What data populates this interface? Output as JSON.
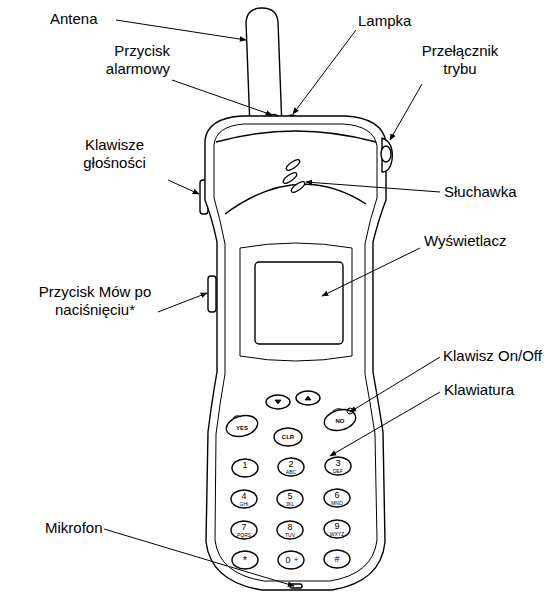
{
  "diagram": {
    "labels": [
      "Antena",
      "Przycisk alarmowy",
      "Lampka",
      "Przełącznik trybu",
      "Klawisze głośności",
      "Słuchawka",
      "Wyświetlacz",
      "Przycisk Mów po naciśnięciu*",
      "Klawisz On/Off",
      "Klawiatura",
      "Mikrofon",
      "YES",
      "CLR",
      "NO",
      "1",
      "2",
      "ABC",
      "3",
      "DEF",
      "4",
      "GHI",
      "5",
      "JKL",
      "6",
      "MNO",
      "7",
      "PQRS",
      "8",
      "TUV",
      "9",
      "WXYZ",
      "*",
      "0",
      "+",
      "#"
    ]
  }
}
